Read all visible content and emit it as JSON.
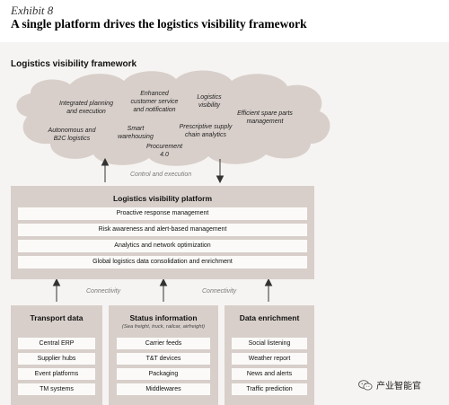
{
  "header": {
    "exhibit": "Exhibit 8",
    "title": "A single platform drives the logistics visibility framework"
  },
  "framework_title": "Logistics visibility framework",
  "cloud_items": [
    "Integrated planning\nand execution",
    "Enhanced\ncustomer service\nand notification",
    "Logistics\nvisibility",
    "Efficient spare parts\nmanagement",
    "Autonomous and\nB2C logistics",
    "Smart\nwarehousing",
    "Prescriptive supply\nchain analytics",
    "Procurement\n4.0"
  ],
  "flow_labels": {
    "control": "Control and execution",
    "connectivity_left": "Connectivity",
    "connectivity_right": "Connectivity"
  },
  "platform": {
    "title": "Logistics visibility platform",
    "bars": [
      "Proactive response management",
      "Risk awareness and alert-based management",
      "Analytics and network optimization",
      "Global logistics data consolidation and enrichment"
    ]
  },
  "sources": [
    {
      "title": "Transport data",
      "subtitle": "",
      "items": [
        "Central ERP",
        "Supplier hubs",
        "Event platforms",
        "TM systems"
      ]
    },
    {
      "title": "Status information",
      "subtitle": "(Sea freight, truck, railcar, airfreight)",
      "items": [
        "Carrier feeds",
        "T&T devices",
        "Packaging",
        "Middlewares"
      ]
    },
    {
      "title": "Data enrichment",
      "subtitle": "",
      "items": [
        "Social listening",
        "Weather report",
        "News and alerts",
        "Traffic prediction"
      ]
    }
  ],
  "watermark": {
    "text": "产业智能官",
    "icon": "wechat-icon"
  },
  "colors": {
    "panel": "#f6f4f2",
    "cloud": "#d8cfca",
    "box": "#d8cfca",
    "bar": "#fbfaf9",
    "arrow": "#333333"
  }
}
